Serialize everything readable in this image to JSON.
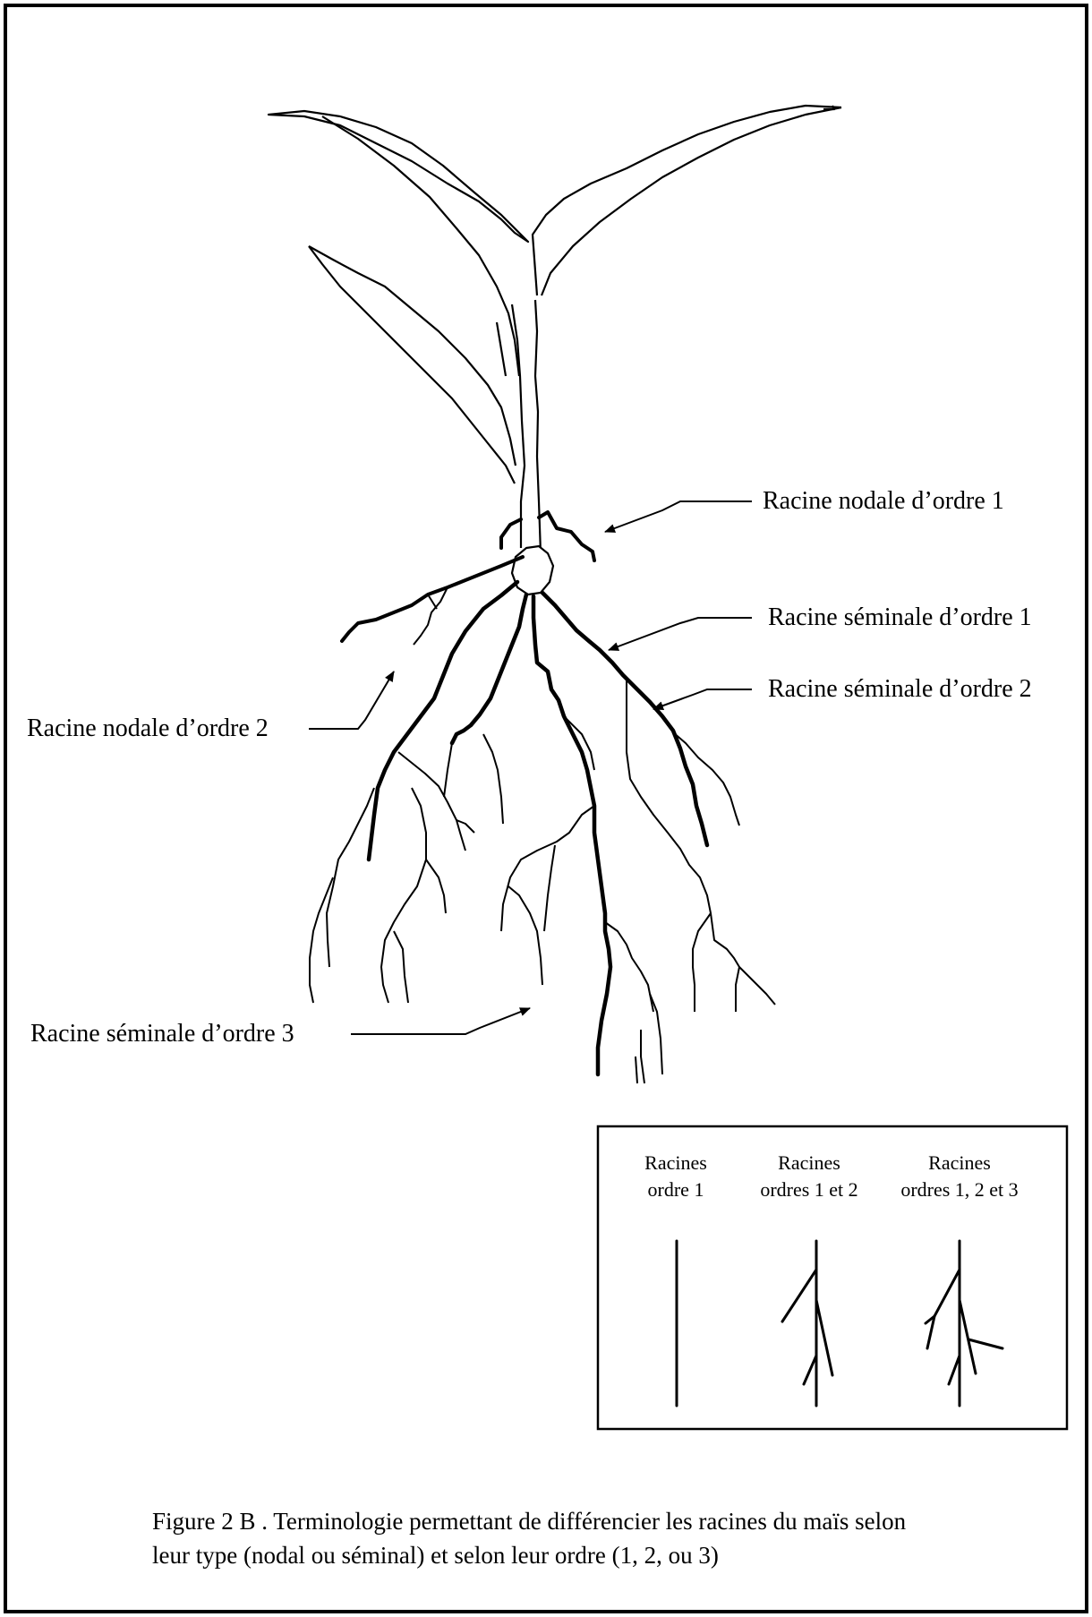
{
  "labels": {
    "nodal_1": "Racine nodale d’ordre 1",
    "seminal_1": "Racine séminale  d’ordre 1",
    "seminal_2": "Racine séminale  d’ordre 2",
    "nodal_2": "Racine nodale d’ordre 2",
    "seminal_3": "Racine séminale  d’ordre 3"
  },
  "inset": {
    "columns": [
      {
        "line1": "Racines",
        "line2": "ordre 1"
      },
      {
        "line1": "Racines",
        "line2": "ordres 1 et 2"
      },
      {
        "line1": "Racines",
        "line2": "ordres 1, 2 et 3"
      }
    ]
  },
  "caption": {
    "line1": "Figure 2 B . Terminologie permettant de différencier les racines du maïs selon",
    "line2": "leur type (nodal ou séminal) et selon leur ordre (1, 2, ou 3)"
  }
}
